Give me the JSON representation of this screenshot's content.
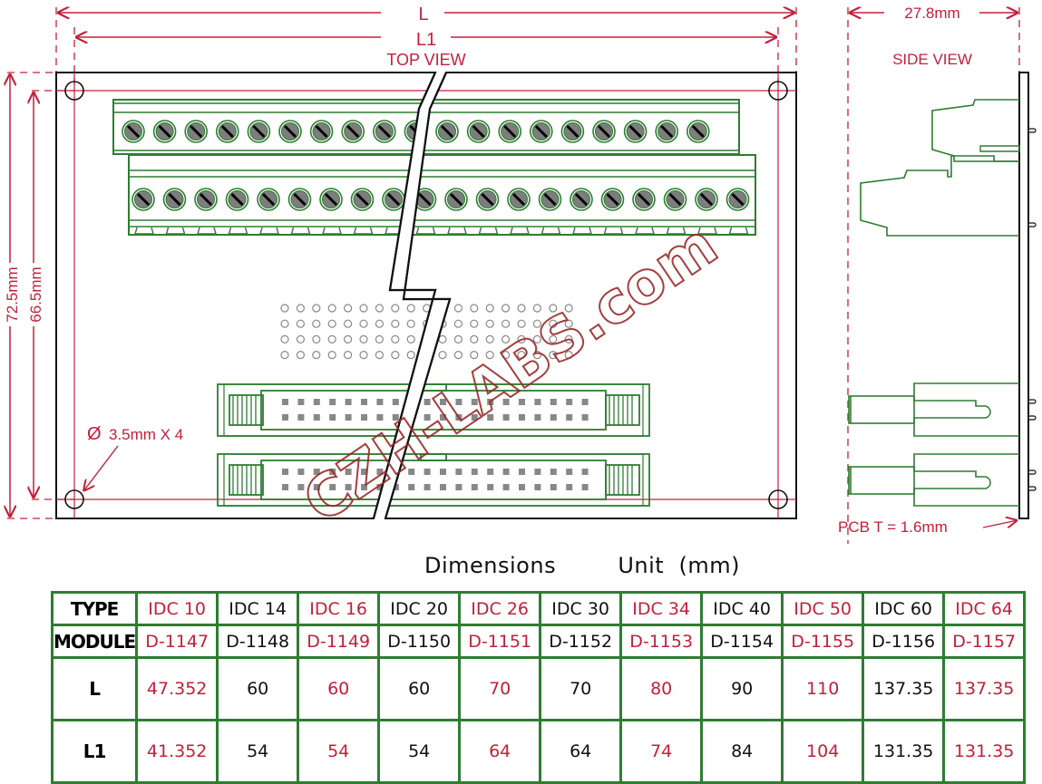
{
  "views": {
    "top_view_label": "TOP VIEW",
    "side_view_label": "SIDE VIEW"
  },
  "dimensions": {
    "L_label": "L",
    "L1_label": "L1",
    "height_outer": "72.5mm",
    "height_inner": "66.5mm",
    "side_depth": "27.8mm",
    "hole_note": "3.5mm  X 4",
    "hole_symbol": "Ø",
    "pcb_thickness": "PCB  T = 1.6mm"
  },
  "watermark": "CZH-LABS.com",
  "components": {
    "terminal_block_top_screws": 19,
    "terminal_block_bottom_screws": 20,
    "idc_connectors": 2,
    "proto_grid_rows": 4,
    "proto_grid_cols": 19
  },
  "colors": {
    "dimension": "#c2203a",
    "component": "#2e7d32",
    "outline": "#111111",
    "screw": "#7d7d7d"
  },
  "table": {
    "caption_left": "Dimensions",
    "caption_right": "Unit  (mm)",
    "rows": [
      {
        "label": "TYPE",
        "cells": [
          "IDC 10",
          "IDC 14",
          "IDC 16",
          "IDC 20",
          "IDC 26",
          "IDC 30",
          "IDC 34",
          "IDC 40",
          "IDC 50",
          "IDC 60",
          "IDC 64"
        ]
      },
      {
        "label": "MODULE",
        "cells": [
          "D-1147",
          "D-1148",
          "D-1149",
          "D-1150",
          "D-1151",
          "D-1152",
          "D-1153",
          "D-1154",
          "D-1155",
          "D-1156",
          "D-1157"
        ]
      },
      {
        "label": "L",
        "cells": [
          "47.352",
          "60",
          "60",
          "60",
          "70",
          "70",
          "80",
          "90",
          "110",
          "137.35",
          "137.35"
        ]
      },
      {
        "label": "L1",
        "cells": [
          "41.352",
          "54",
          "54",
          "54",
          "64",
          "64",
          "74",
          "84",
          "104",
          "131.35",
          "131.35"
        ]
      }
    ]
  }
}
